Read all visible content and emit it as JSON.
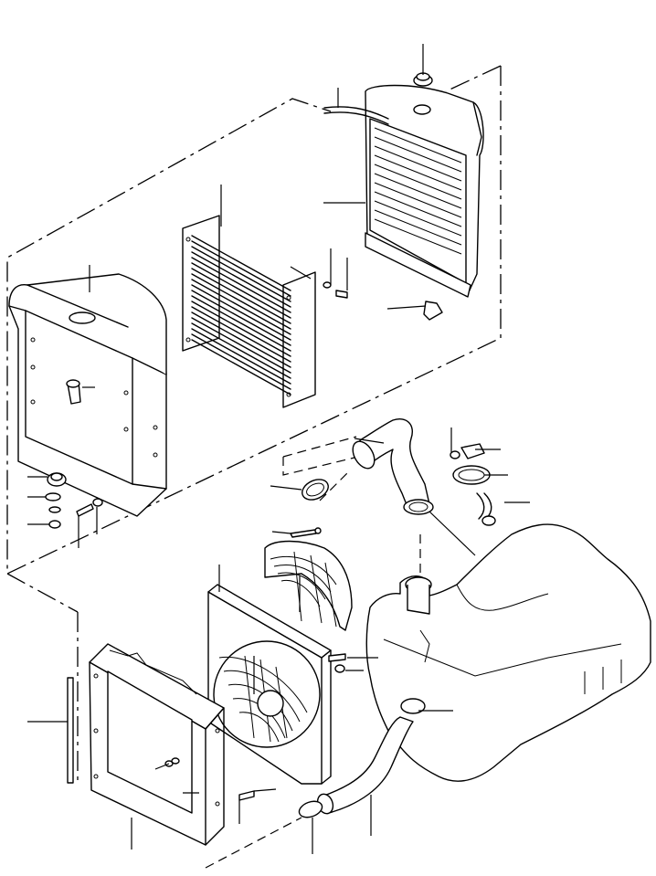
{
  "diagram": {
    "type": "exploded-parts-view",
    "parts": [
      "radiator-cap",
      "overflow-hose",
      "radiator-core",
      "radiator-mount-bolt",
      "radiator-mount-washer",
      "radiator-lower-bracket",
      "oil-cooler",
      "shroud-upper",
      "shroud-bolt",
      "rubber-mount",
      "mount-washer",
      "mount-nut",
      "shroud-bolt-lower",
      "upper-hose",
      "hose-clamp-upper",
      "thermostat-gasket",
      "bypass-hose",
      "bypass-hose-clamp",
      "hose-clamp-small",
      "fan-guard",
      "fan-guard-bolt",
      "fan-plate",
      "fan",
      "fan-plate-bolt",
      "shroud-lower-frame",
      "seal-strip",
      "frame-bolt",
      "lower-hose",
      "hose-clamp-lower",
      "engine-block"
    ]
  }
}
